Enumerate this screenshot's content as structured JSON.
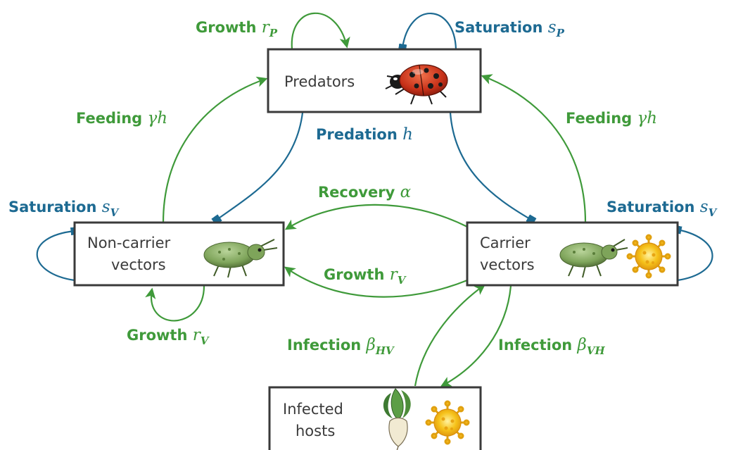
{
  "colors": {
    "growth": "#3f9a3a",
    "control": "#1d6a92",
    "box_border": "#3a3a3a",
    "text": "#3a3a3a"
  },
  "nodes": {
    "predators": {
      "label": "Predators",
      "icon": "ladybug-icon"
    },
    "noncarrier": {
      "line1": "Non-carrier",
      "line2": "vectors",
      "icon": "aphid-icon"
    },
    "carrier": {
      "line1": "Carrier",
      "line2": "vectors",
      "icons": [
        "aphid-icon",
        "virus-icon"
      ]
    },
    "hosts": {
      "line1": "Infected",
      "line2": "hosts",
      "icons": [
        "beet-icon",
        "virus-icon"
      ]
    }
  },
  "edges": {
    "growth_p": {
      "word": "Growth",
      "symbol": "r",
      "sub": "P"
    },
    "saturation_p": {
      "word": "Saturation",
      "symbol": "s",
      "sub": "P"
    },
    "feeding_left": {
      "word": "Feeding",
      "symbol": "γh"
    },
    "feeding_right": {
      "word": "Feeding",
      "symbol": "γh"
    },
    "predation": {
      "word": "Predation",
      "symbol": "h"
    },
    "recovery": {
      "word": "Recovery",
      "symbol": "α"
    },
    "growth_v_mid": {
      "word": "Growth",
      "symbol": "r",
      "sub": "V"
    },
    "growth_v_left": {
      "word": "Growth",
      "symbol": "r",
      "sub": "V"
    },
    "saturation_v_left": {
      "word": "Saturation",
      "symbol": "s",
      "sub": "V"
    },
    "saturation_v_right": {
      "word": "Saturation",
      "symbol": "s",
      "sub": "V"
    },
    "infection_hv": {
      "word": "Infection",
      "symbol": "β",
      "sub": "HV"
    },
    "infection_vh": {
      "word": "Infection",
      "symbol": "β",
      "sub": "VH"
    }
  }
}
